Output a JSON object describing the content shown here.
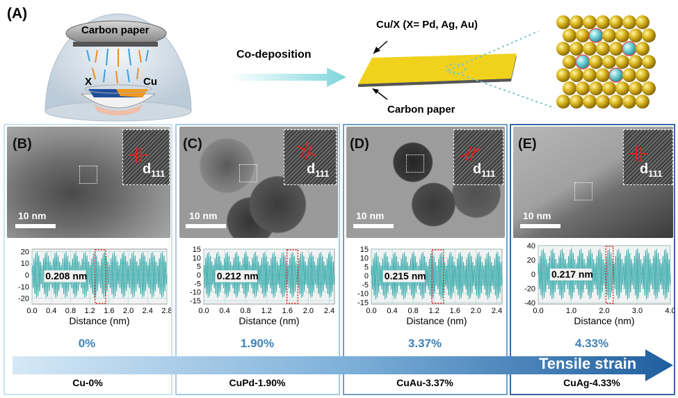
{
  "panel_a": {
    "label": "(A)",
    "carbon_paper_top": "Carbon paper",
    "source_x": "X",
    "source_cu": "Cu",
    "process": "Co-deposition",
    "deposit_label": "Cu/X (X= Pd, Ag, Au)",
    "substrate_label": "Carbon paper"
  },
  "panels": [
    {
      "label": "(B)",
      "plane": "d",
      "plane_sub": "111",
      "scale": "10 nm",
      "spacing": "0.208 nm",
      "strain": "0%",
      "sample": "Cu-0%"
    },
    {
      "label": "(C)",
      "plane": "d",
      "plane_sub": "111",
      "scale": "10 nm",
      "spacing": "0.212 nm",
      "strain": "1.90%",
      "sample": "CuPd-1.90%"
    },
    {
      "label": "(D)",
      "plane": "d",
      "plane_sub": "111",
      "scale": "10 nm",
      "spacing": "0.215 nm",
      "strain": "3.37%",
      "sample": "CuAu-3.37%"
    },
    {
      "label": "(E)",
      "plane": "d",
      "plane_sub": "111",
      "scale": "10 nm",
      "spacing": "0.217 nm",
      "strain": "4.33%",
      "sample": "CuAg-4.33%"
    }
  ],
  "arrow_label": "Tensile strain",
  "chart_data": [
    {
      "type": "line",
      "xlabel": "Distance (nm)",
      "xticks": [
        "0.0",
        "0.4",
        "0.8",
        "1.2",
        "1.6",
        "2.0",
        "2.4",
        "2.8"
      ],
      "yticks": [
        "20",
        "10",
        "0",
        "-10",
        "-20"
      ],
      "xlim": [
        0,
        2.8
      ],
      "ylim": [
        -25,
        22
      ],
      "highlight_x": [
        1.31,
        1.53
      ],
      "annotation": "0.208 nm"
    },
    {
      "type": "line",
      "xlabel": "Distance (nm)",
      "xticks": [
        "0.0",
        "0.4",
        "0.8",
        "1.2",
        "1.6",
        "2.0",
        "2.4"
      ],
      "yticks": [
        "15",
        "10",
        "5",
        "0",
        "-5",
        "-10",
        "-15"
      ],
      "xlim": [
        0,
        2.5
      ],
      "ylim": [
        -17,
        15
      ],
      "highlight_x": [
        1.59,
        1.8
      ],
      "annotation": "0.212 nm"
    },
    {
      "type": "line",
      "xlabel": "Distance (nm)",
      "xticks": [
        "0.0",
        "0.4",
        "0.8",
        "1.2",
        "1.6",
        "2.0",
        "2.4"
      ],
      "yticks": [
        "15",
        "10",
        "5",
        "0",
        "-5",
        "-10",
        "-15"
      ],
      "xlim": [
        0,
        2.5
      ],
      "ylim": [
        -16,
        15
      ],
      "highlight_x": [
        1.16,
        1.38
      ],
      "annotation": "0.215 nm"
    },
    {
      "type": "line",
      "xlabel": "Distance (nm)",
      "xticks": [
        "0.0",
        "1.0",
        "2.0",
        "3.0",
        "4.0"
      ],
      "yticks": [
        "40",
        "20",
        "0",
        "-20",
        "-40"
      ],
      "xlim": [
        0,
        4.0
      ],
      "ylim": [
        -42,
        40
      ],
      "highlight_x": [
        2.05,
        2.27
      ],
      "annotation": "0.217 nm"
    }
  ]
}
